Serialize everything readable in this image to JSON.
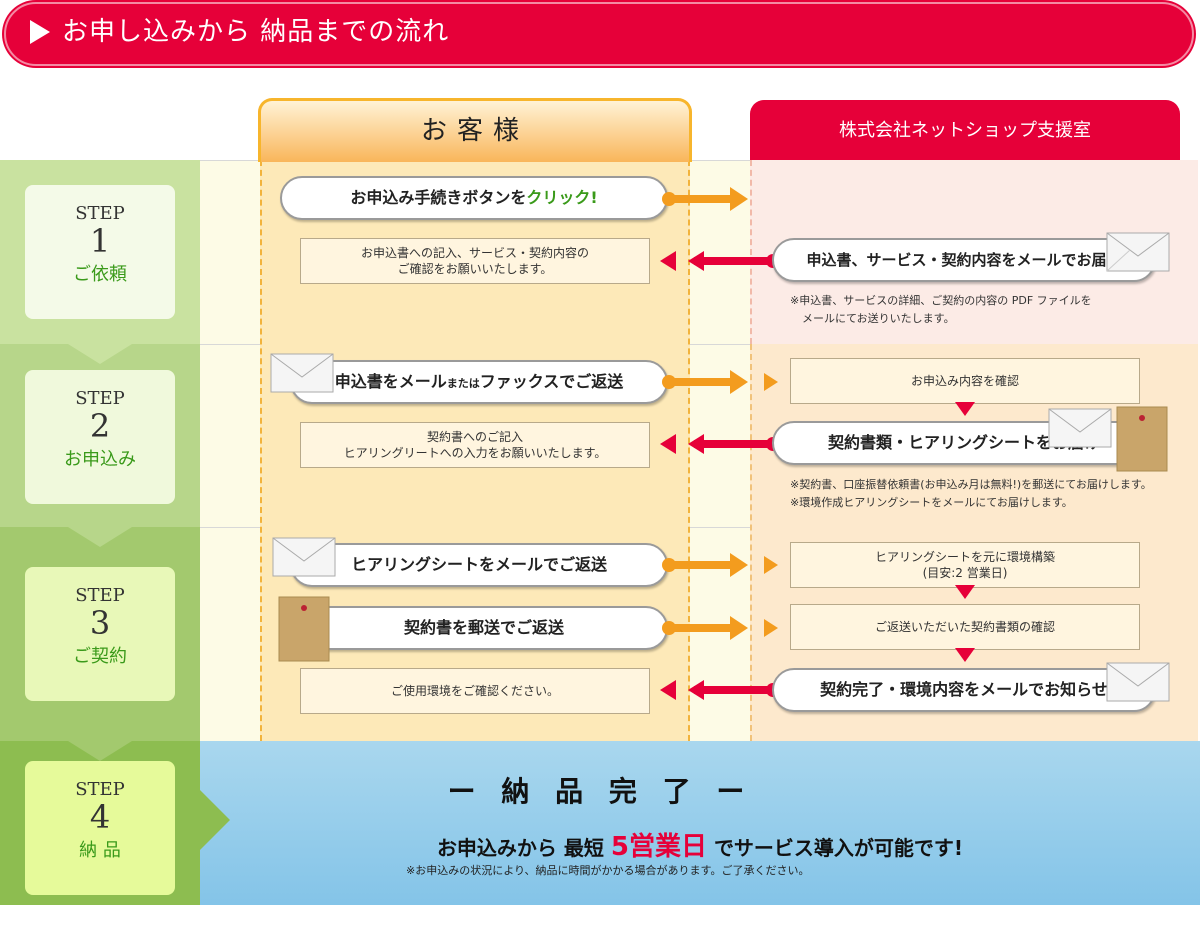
{
  "header": {
    "title": "お申し込みから 納品までの流れ"
  },
  "columns": {
    "customer": "お客様",
    "company": "株式会社ネットショップ支援室"
  },
  "steps": [
    {
      "step": "STEP",
      "num": "1",
      "label": "ご依頼"
    },
    {
      "step": "STEP",
      "num": "2",
      "label": "お申込み"
    },
    {
      "step": "STEP",
      "num": "3",
      "label": "ご契約"
    },
    {
      "step": "STEP",
      "num": "4",
      "label": "納 品"
    }
  ],
  "row1": {
    "click_prefix": "お申込み手続きボタンを",
    "click_highlight": "クリック!",
    "confirm_l1": "お申込書への記入、サービス・契約内容の",
    "confirm_l2": "ご確認をお願いいたします。",
    "send": "申込書、サービス・契約内容をメールでお届け",
    "note_l1": "※申込書、サービスの詳細、ご契約の内容の PDF ファイルを",
    "note_l2": "メールにてお送りいたします。"
  },
  "row2": {
    "return_a": "申込書をメール",
    "return_small": "または",
    "return_b": "ファックスでご返送",
    "check": "お申込み内容を確認",
    "fill_l1": "契約書へのご記入",
    "fill_l2": "ヒアリングリートへの入力をお願いいたします。",
    "send": "契約書類・ヒアリングシートをお届け",
    "note_l1": "※契約書、口座振替依頼書(お申込み月は無料!)を郵送にてお届けします。",
    "note_l2": "※環境作成ヒアリングシートをメールにてお届けします。"
  },
  "row3": {
    "return_sheet": "ヒアリングシートをメールでご返送",
    "build_l1": "ヒアリングシートを元に環境構築",
    "build_l2": "(目安:2 営業日)",
    "return_contract": "契約書を郵送でご返送",
    "check_contract": "ご返送いただいた契約書類の確認",
    "confirm_env": "ご使用環境をご確認ください。",
    "notify": "契約完了・環境内容をメールでお知らせ"
  },
  "bottom": {
    "done": "ー 納 品 完 了 ー",
    "msg_a": "お申込みから 最短",
    "msg_hl": "5営業日",
    "msg_b": "でサービス導入が可能です!",
    "note": "※お申込みの状況により、納品に時間がかかる場合があります。ご了承ください。"
  },
  "colors": {
    "red": "#e60039",
    "orange": "#f39c1e",
    "green": "#3a9a1a"
  }
}
